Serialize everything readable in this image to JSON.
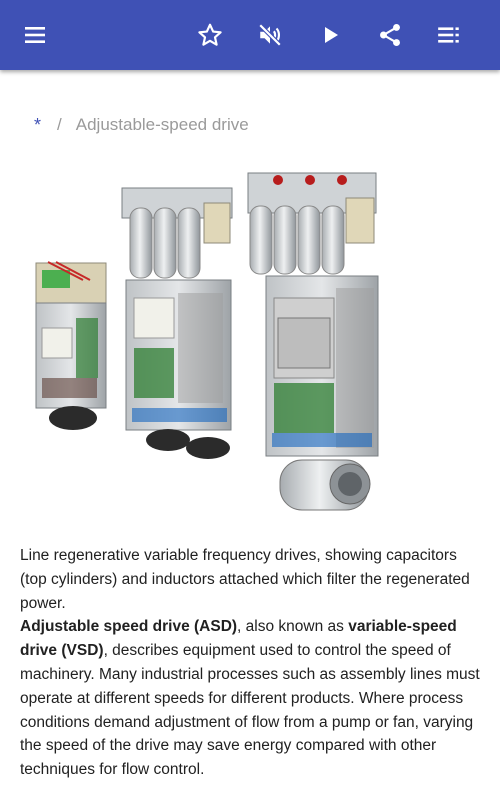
{
  "appbar": {
    "background": "#3f51b5",
    "icons": [
      "menu-icon",
      "star-icon",
      "mute-icon",
      "play-icon",
      "share-icon",
      "list-icon"
    ]
  },
  "breadcrumb": {
    "home": "*",
    "separator": "/",
    "current": "Adjustable-speed drive"
  },
  "figure": {
    "alt_icon": "variable-frequency-drives-photo"
  },
  "article": {
    "caption": "Line regenerative variable frequency drives, showing capacitors (top cylinders) and inductors attached which filter the regenerated power.",
    "term1": "Adjustable speed drive (ASD)",
    "text1": ", also known as ",
    "term2": "variable-speed drive (VSD)",
    "text2": ", describes equipment used to control the speed of machinery. Many industrial processes such as assembly lines must operate at different speeds for different products. Where process conditions demand adjustment of flow from a pump or fan, varying the speed of the drive may save energy compared with other techniques for flow control."
  },
  "colors": {
    "accent": "#3f51b5",
    "text": "#212121",
    "muted": "#9a9a9a"
  }
}
